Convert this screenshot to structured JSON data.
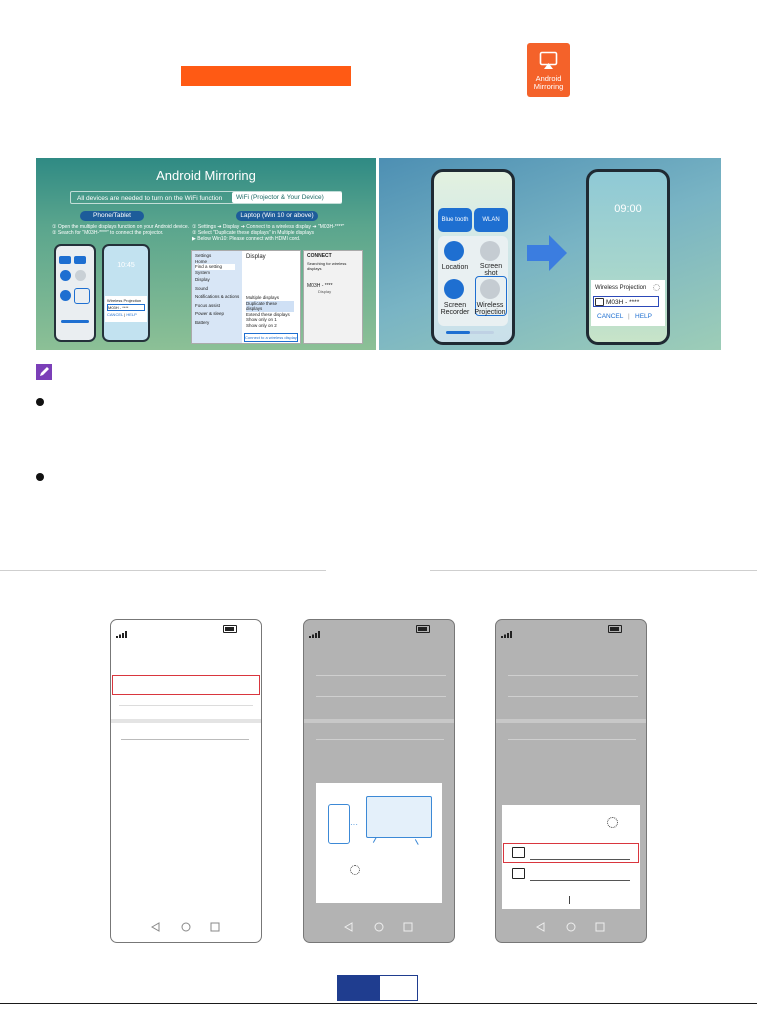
{
  "icon_tile": {
    "line1": "Android",
    "line2": "Mirroring"
  },
  "banner": {
    "title": "Android Mirroring",
    "subtitle": "All devices are needed to turn on the WiFi function",
    "wifi": "WiFi (Projector & Your Device)",
    "phone_tab": "Phone/Tablet",
    "laptop_tab": "Laptop (Win 10 or above)",
    "phone_steps": [
      "① Open the multiple displays function on your Android device.",
      "② Search for \"M03H-****\" to connect the projector."
    ],
    "laptop_steps": [
      "① Settings ➔ Display ➔ Connect to a wireless display ➔ \"M03H-****\"",
      "② Select \"Duplicate these displays\" in Multiple displays",
      "▶ Below Win10: Please connect with HDMI cord."
    ],
    "mini_time": "10:45",
    "mini_popup_title": "Wireless Projection",
    "mini_device": "M03H - ****",
    "mini_cancel": "CANCEL",
    "mini_help": "HELP",
    "win_settings": "Settings",
    "win_home": "Home",
    "win_find": "Find a setting",
    "win_system": "System",
    "win_menu": [
      "Display",
      "Sound",
      "Notifications & actions",
      "Focus assist",
      "Power & sleep",
      "Battery"
    ],
    "win_display": "Display",
    "win_multiple": "Multiple displays",
    "win_options": [
      "Duplicate these displays",
      "Extend these displays",
      "Show only on 1",
      "Show only on 2"
    ],
    "win_connect_link": "Connect to a wireless display",
    "connect_title": "CONNECT",
    "connect_searching": "Searching for wireless displays",
    "connect_device": "M03H - ****",
    "connect_display": "Display"
  },
  "big_left": {
    "tiles": [
      {
        "label": "Bluetooth",
        "short": "Blue tooth"
      },
      {
        "label": "WLAN",
        "short": "WLAN"
      }
    ],
    "location": "Location",
    "screenshot": "Screen shot",
    "recorder": "Screen Recorder",
    "projection": "Wireless Projection"
  },
  "big_right": {
    "time": "09:00",
    "popup_title": "Wireless Projection",
    "device": "M03H - ****",
    "cancel": "CANCEL",
    "help": "HELP"
  }
}
